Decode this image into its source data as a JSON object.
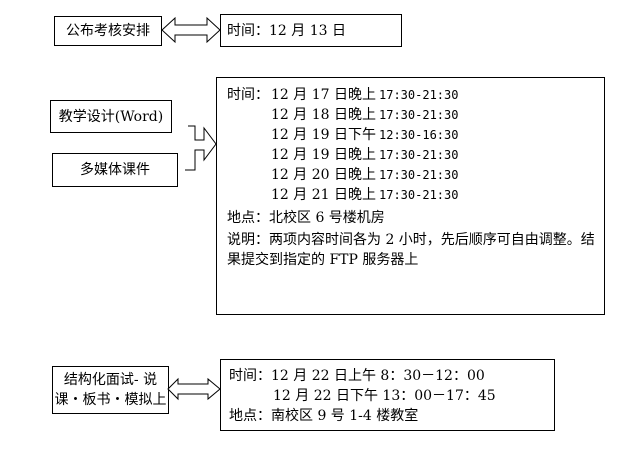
{
  "section1": {
    "label": "公布考核安排",
    "time": "时间：12 月 13 日"
  },
  "section2": {
    "labels": [
      "教学设计(Word)",
      "多媒体课件"
    ],
    "time_prefix": "时间：",
    "schedule": [
      {
        "date": "12 月 17 日晚上",
        "time": "17:30-21:30"
      },
      {
        "date": "12 月 18 日晚上",
        "time": "17:30-21:30"
      },
      {
        "date": "12 月 19 日下午",
        "time": "12:30-16:30"
      },
      {
        "date": "12 月 19 日晚上",
        "time": "17:30-21:30"
      },
      {
        "date": "12 月 20 日晚上",
        "time": "17:30-21:30"
      },
      {
        "date": "12 月 21 日晚上",
        "time": "17:30-21:30"
      }
    ],
    "location": "地点：北校区 6 号楼机房",
    "note_line1": "说明：两项内容时间各为 2 小时，先后顺序可自由调整。结",
    "note_line2": "果提交到指定的 FTP 服务器上"
  },
  "section3": {
    "label_line1": "结构化面试- 说",
    "label_line2": "课・板书・模拟上",
    "time_line1": "时间：12 月 22 日上午 8：30－12：00",
    "time_line2": "12 月 22 日下午 13：00－17：45",
    "location": "地点：南校区 9 号 1-4 楼教室"
  }
}
